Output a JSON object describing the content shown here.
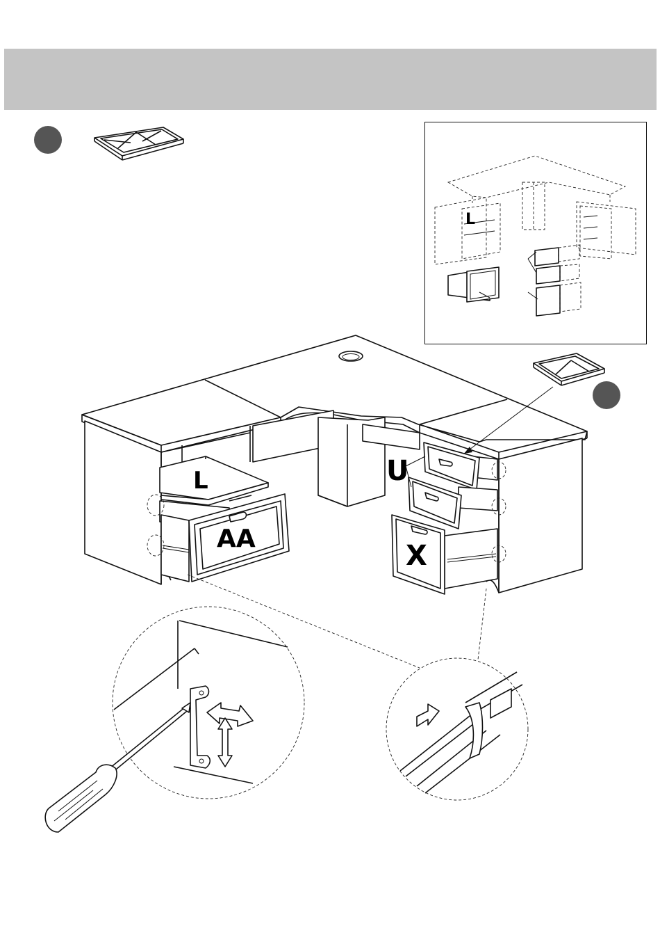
{
  "labels": {
    "inset_shelf": "L",
    "shelf": "L",
    "file_drawer": "AA",
    "small_drawers": "U",
    "large_drawer": "X"
  },
  "colors": {
    "header_bar": "#c4c4c4",
    "step_marker": "#555555",
    "line": "#111111"
  },
  "icons": [
    "drawer-organizer-tray-icon",
    "screwdriver-icon",
    "double-arrow-horizontal-icon",
    "double-arrow-vertical-icon",
    "push-arrow-icon"
  ]
}
